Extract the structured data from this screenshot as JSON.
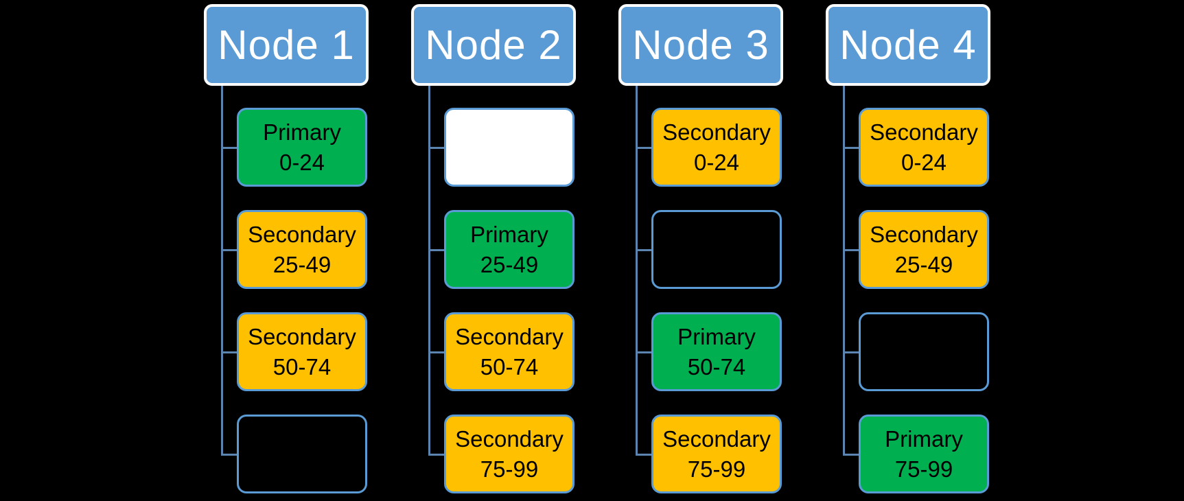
{
  "canvas": {
    "background": "#000000"
  },
  "colors": {
    "header_fill": "#5B9BD5",
    "header_border": "#FFFFFF",
    "header_text": "#FFFFFF",
    "primary_fill": "#00B050",
    "secondary_fill": "#FFC000",
    "blank_white_fill": "#FFFFFF",
    "box_border": "#5B9BD5",
    "box_text": "#000000",
    "connector": "#5B84B1"
  },
  "diagram": {
    "type": "hierarchy-columns",
    "nodes": [
      {
        "title": "Node 1",
        "children": [
          {
            "variant": "primary",
            "role": "Primary",
            "range": "0-24"
          },
          {
            "variant": "secondary",
            "role": "Secondary",
            "range": "25-49"
          },
          {
            "variant": "secondary",
            "role": "Secondary",
            "range": "50-74"
          },
          {
            "variant": "blank-dark"
          }
        ]
      },
      {
        "title": "Node 2",
        "children": [
          {
            "variant": "blank-white"
          },
          {
            "variant": "primary",
            "role": "Primary",
            "range": "25-49"
          },
          {
            "variant": "secondary",
            "role": "Secondary",
            "range": "50-74"
          },
          {
            "variant": "secondary",
            "role": "Secondary",
            "range": "75-99"
          }
        ]
      },
      {
        "title": "Node 3",
        "children": [
          {
            "variant": "secondary",
            "role": "Secondary",
            "range": "0-24"
          },
          {
            "variant": "blank-dark"
          },
          {
            "variant": "primary",
            "role": "Primary",
            "range": "50-74"
          },
          {
            "variant": "secondary",
            "role": "Secondary",
            "range": "75-99"
          }
        ]
      },
      {
        "title": "Node 4",
        "children": [
          {
            "variant": "secondary",
            "role": "Secondary",
            "range": "0-24"
          },
          {
            "variant": "secondary",
            "role": "Secondary",
            "range": "25-49"
          },
          {
            "variant": "blank-dark"
          },
          {
            "variant": "primary",
            "role": "Primary",
            "range": "75-99"
          }
        ]
      }
    ]
  }
}
